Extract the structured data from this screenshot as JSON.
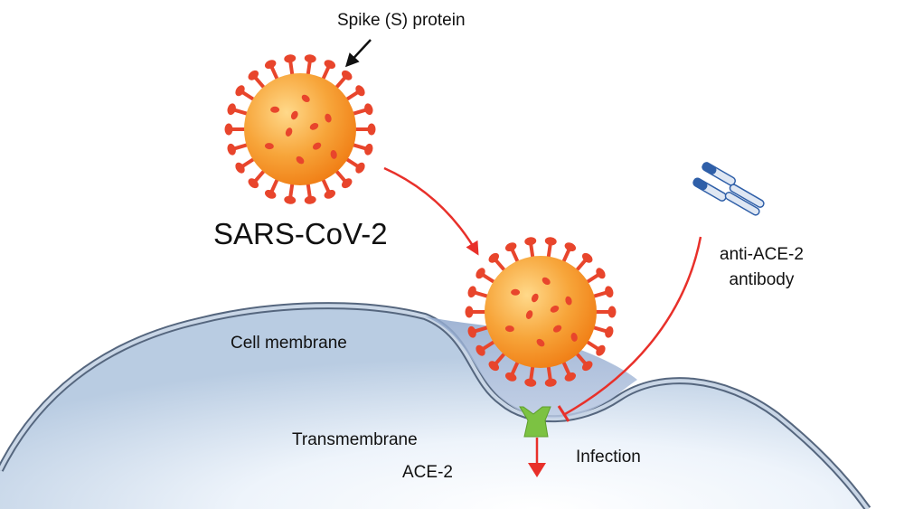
{
  "labels": {
    "spike_protein": "Spike (S) protein",
    "virus_name": "SARS-CoV-2",
    "antibody_line1": "anti-ACE-2",
    "antibody_line2": "antibody",
    "cell_membrane": "Cell membrane",
    "transmembrane": "Transmembrane",
    "ace2": "ACE-2",
    "infection": "Infection"
  },
  "colors": {
    "virus_body": "#f7931e",
    "virus_highlight": "#ffd27a",
    "spike": "#e8452c",
    "arrow_red": "#e8302a",
    "cell_fill": "#dbe7f3",
    "membrane_line": "#4a5d75",
    "receptor_green": "#7cc242",
    "antibody_blue": "#2f5fa8"
  },
  "icons": {
    "virus": "coronavirus-icon",
    "antibody": "antibody-icon",
    "receptor": "ace2-receptor-icon"
  }
}
